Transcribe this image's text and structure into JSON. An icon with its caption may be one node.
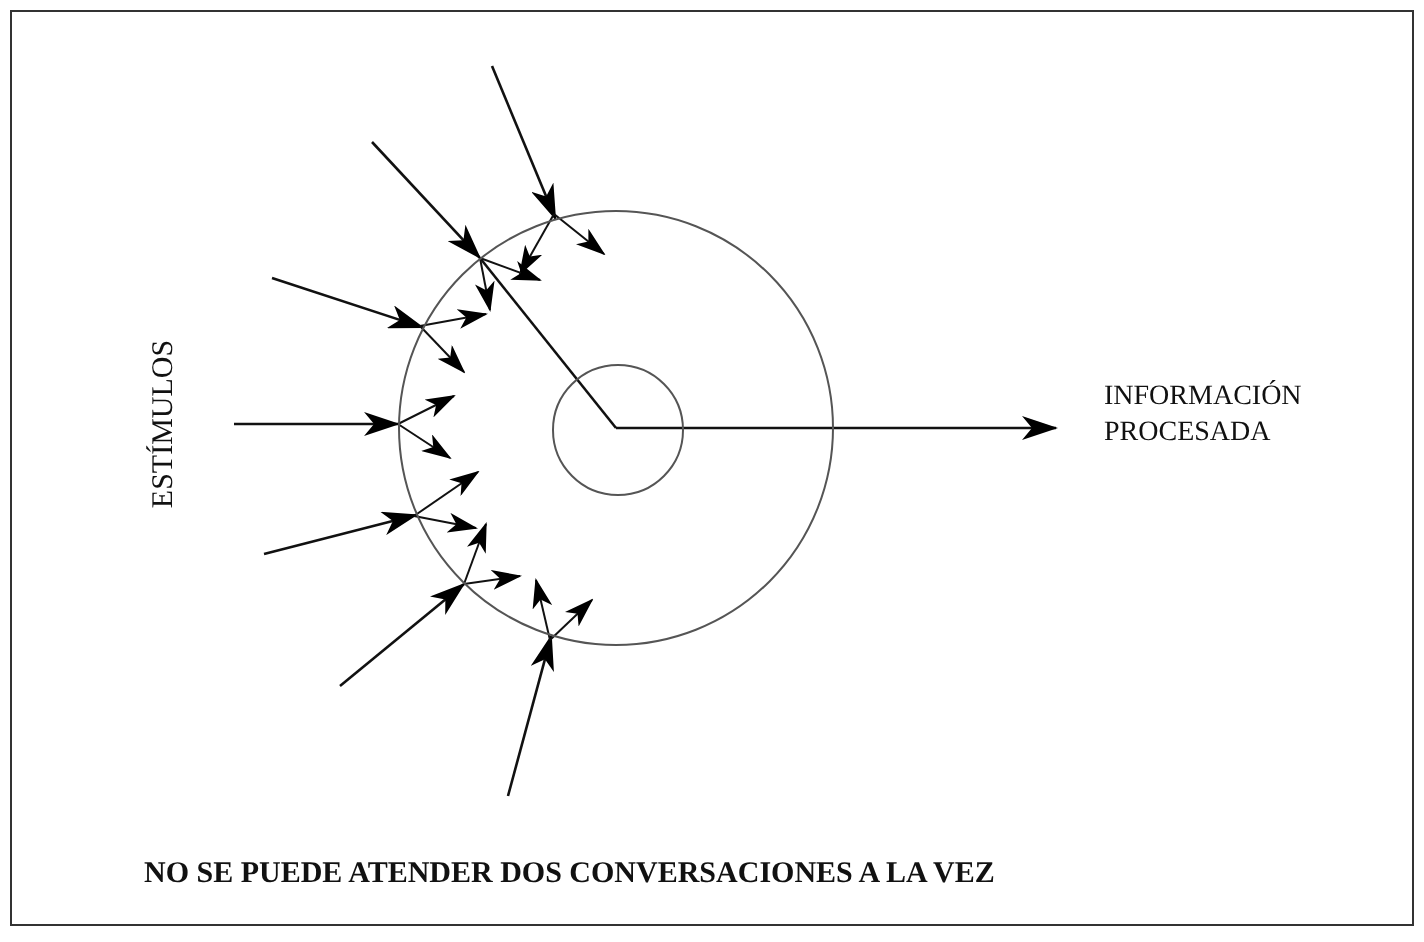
{
  "diagram": {
    "nodes": [
      {
        "text": [],
        "shape": "circle"
      },
      {
        "text": [],
        "shape": "circle",
        "in": 0
      },
      {
        "text": [
          "INFORMACIÓN PROCESADA"
        ]
      }
    ],
    "edges": [
      {
        "from": null,
        "to": 0,
        "arrow": "to"
      },
      {
        "from": null,
        "to": 0,
        "arrow": "to"
      },
      {
        "from": null,
        "to": 0,
        "arrow": "to"
      },
      {
        "from": null,
        "to": 0,
        "arrow": "to"
      },
      {
        "from": null,
        "to": 0,
        "arrow": "to"
      },
      {
        "from": null,
        "to": 0,
        "arrow": "to"
      },
      {
        "from": null,
        "to": 0,
        "arrow": "to"
      },
      {
        "from": 0,
        "to": 1,
        "arrow": "none"
      },
      {
        "from": 1,
        "to": 2,
        "arrow": "to"
      }
    ],
    "labels": [
      "ESTÍMULOS",
      "NO SE PUEDE ATENDER DOS CONVERSACIONES A LA VEZ"
    ]
  }
}
